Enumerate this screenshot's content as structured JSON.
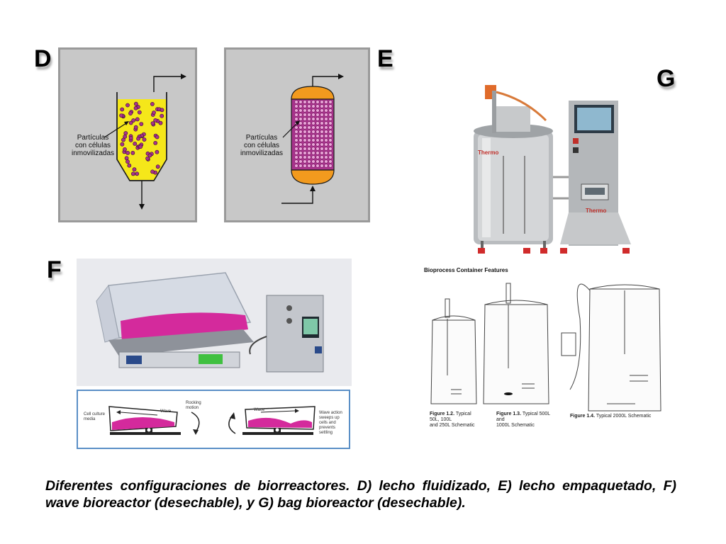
{
  "labels": {
    "d": "D",
    "e": "E",
    "f": "F",
    "g": "G"
  },
  "panel_d": {
    "annotation": "Partículas\ncon células\ninmovilizadas"
  },
  "panel_e": {
    "annotation": "Partículas\ncon células\ninmovilizadas"
  },
  "wave_diagram": {
    "left_medium": "Cell culture\nmedia",
    "left_wave": "Wave",
    "rocking": "Rocking\nmotion",
    "right_wave": "Wave",
    "wave_action": "Wave action\nsweeps up\ncells and\nprevents\nsettling"
  },
  "bag_figure": {
    "title": "Bioprocess Container Features",
    "fig12_num": "Figure 1.2.",
    "fig12_text": "Typical 50L, 100L\nand 250L Schematic",
    "fig13_num": "Figure 1.3.",
    "fig13_text": "Typical 500L and\n1000L Schematic",
    "fig14_num": "Figure 1.4.",
    "fig14_text": "Typical 2000L Schematic"
  },
  "caption": "Diferentes configuraciones de biorreactores. D) lecho fluidizado, E) lecho empaquetado, F) wave bioreactor (desechable), y G) bag bioreactor (desechable).",
  "colors": {
    "panel_bg": "#c8c8c8",
    "liquid_yellow": "#f5e71a",
    "particle_purple": "#a8328c",
    "cap_orange": "#f29a1e",
    "media_pink": "#d42a9c",
    "wave_border": "#5a8fc6"
  }
}
